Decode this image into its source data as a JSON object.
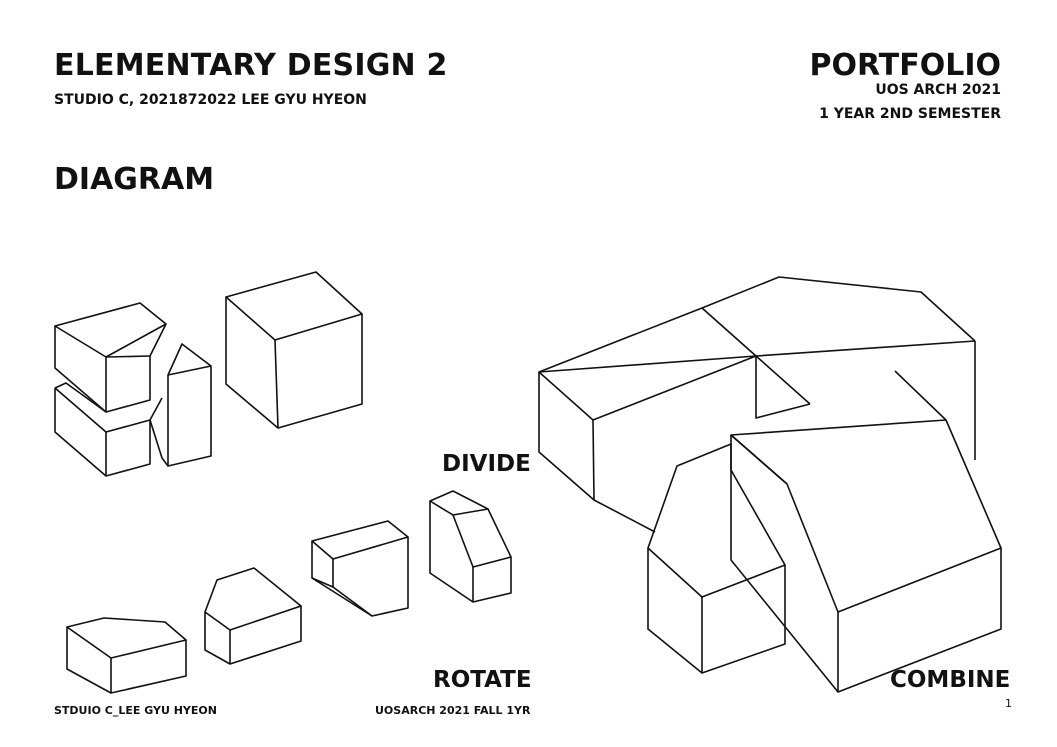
{
  "header": {
    "title": "ELEMENTARY DESIGN 2",
    "subtitle": "STUDIO C, 2021872022 LEE GYU HYEON",
    "portfolio": "PORTFOLIO",
    "org": "UOS ARCH 2021",
    "semester": "1 YEAR 2ND SEMESTER"
  },
  "section_title": "DIAGRAM",
  "labels": {
    "divide": "DIVIDE",
    "rotate": "ROTATE",
    "combine": "COMBINE"
  },
  "footer": {
    "left": "STDUIO C_LEE GYU HYEON",
    "middle": "UOSARCH 2021 FALL 1YR",
    "page_number": "1"
  }
}
